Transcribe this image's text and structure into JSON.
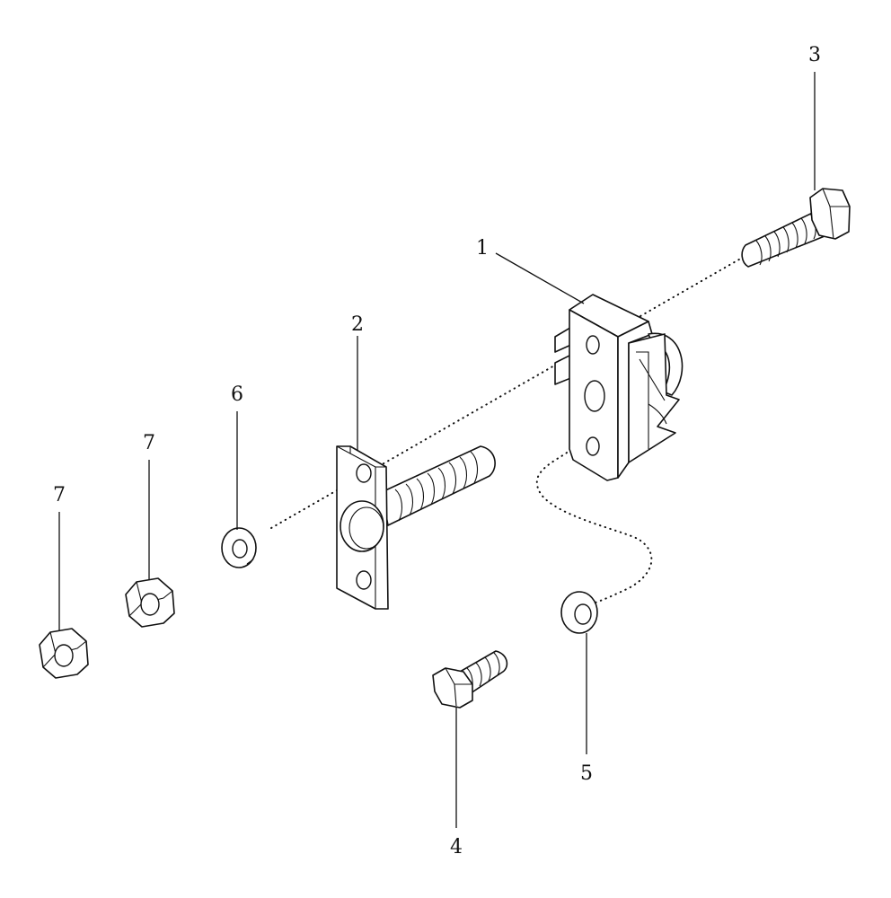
{
  "diagram": {
    "callouts": [
      {
        "id": "1",
        "label": "1"
      },
      {
        "id": "2",
        "label": "2"
      },
      {
        "id": "3",
        "label": "3"
      },
      {
        "id": "4",
        "label": "4"
      },
      {
        "id": "5",
        "label": "5"
      },
      {
        "id": "6",
        "label": "6"
      },
      {
        "id": "7a",
        "label": "7"
      },
      {
        "id": "7b",
        "label": "7"
      }
    ]
  }
}
